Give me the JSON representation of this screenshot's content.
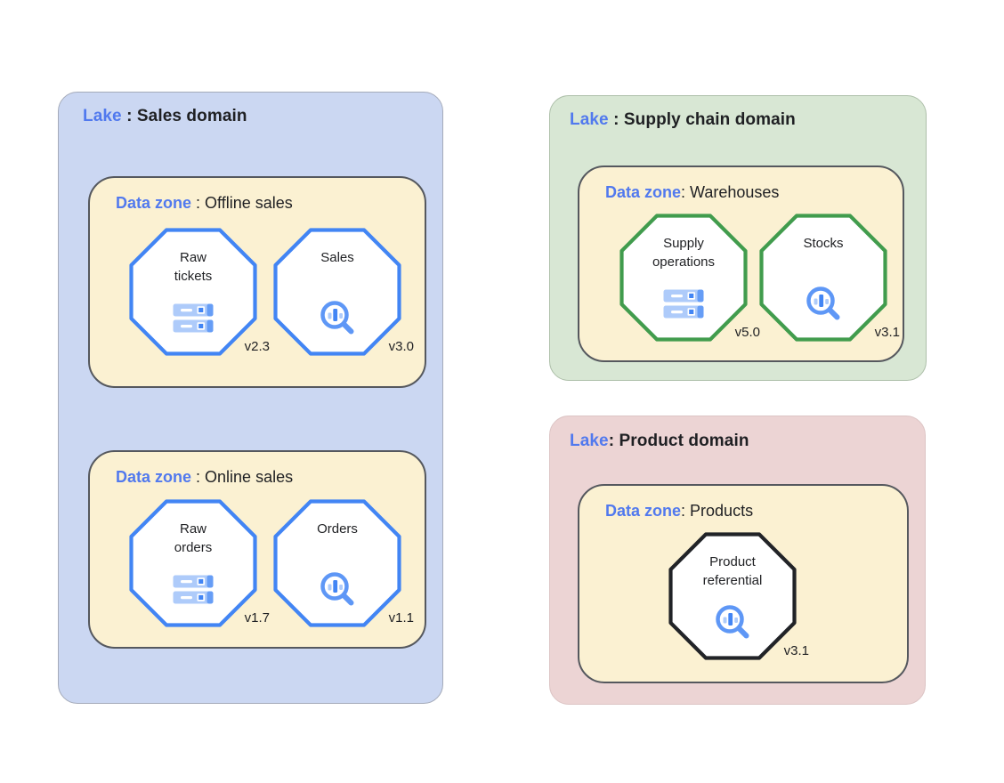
{
  "colors": {
    "accent_blue_text": "#5179ee",
    "text_dark": "#1f2023",
    "lake_sales_bg": "#cbd7f2",
    "lake_supply_bg": "#d8e7d4",
    "lake_product_bg": "#ecd4d4",
    "zone_bg": "#fbf1d2",
    "octagon_blue_border": "#4285f4",
    "octagon_green_border": "#419c4d",
    "octagon_black_border": "#212327",
    "icon_light_blue": "#aecbfa",
    "icon_medium_blue": "#669df6",
    "icon_dark_blue": "#4285f4"
  },
  "lakes": [
    {
      "label": "Lake",
      "title_rest": " : Sales domain",
      "zones": [
        {
          "label": "Data zone",
          "title_rest": " : Offline sales",
          "entities": [
            {
              "name": "Raw tickets",
              "version": "v2.3",
              "icon": "storage-icon"
            },
            {
              "name": "Sales",
              "version": "v3.0",
              "icon": "search-analytics-icon"
            }
          ]
        },
        {
          "label": "Data zone",
          "title_rest": " : Online sales",
          "entities": [
            {
              "name": "Raw orders",
              "version": "v1.7",
              "icon": "storage-icon"
            },
            {
              "name": "Orders",
              "version": "v1.1",
              "icon": "search-analytics-icon"
            }
          ]
        }
      ]
    },
    {
      "label": "Lake",
      "title_rest": " : Supply chain domain",
      "zones": [
        {
          "label": "Data zone",
          "title_rest": ": Warehouses",
          "entities": [
            {
              "name": "Supply operations",
              "version": "v5.0",
              "icon": "storage-icon"
            },
            {
              "name": "Stocks",
              "version": "v3.1",
              "icon": "search-analytics-icon"
            }
          ]
        }
      ]
    },
    {
      "label": "Lake",
      "title_rest": ": Product domain",
      "zones": [
        {
          "label": "Data zone",
          "title_rest": ": Products",
          "entities": [
            {
              "name": "Product referential",
              "version": "v3.1",
              "icon": "search-analytics-icon"
            }
          ]
        }
      ]
    }
  ]
}
